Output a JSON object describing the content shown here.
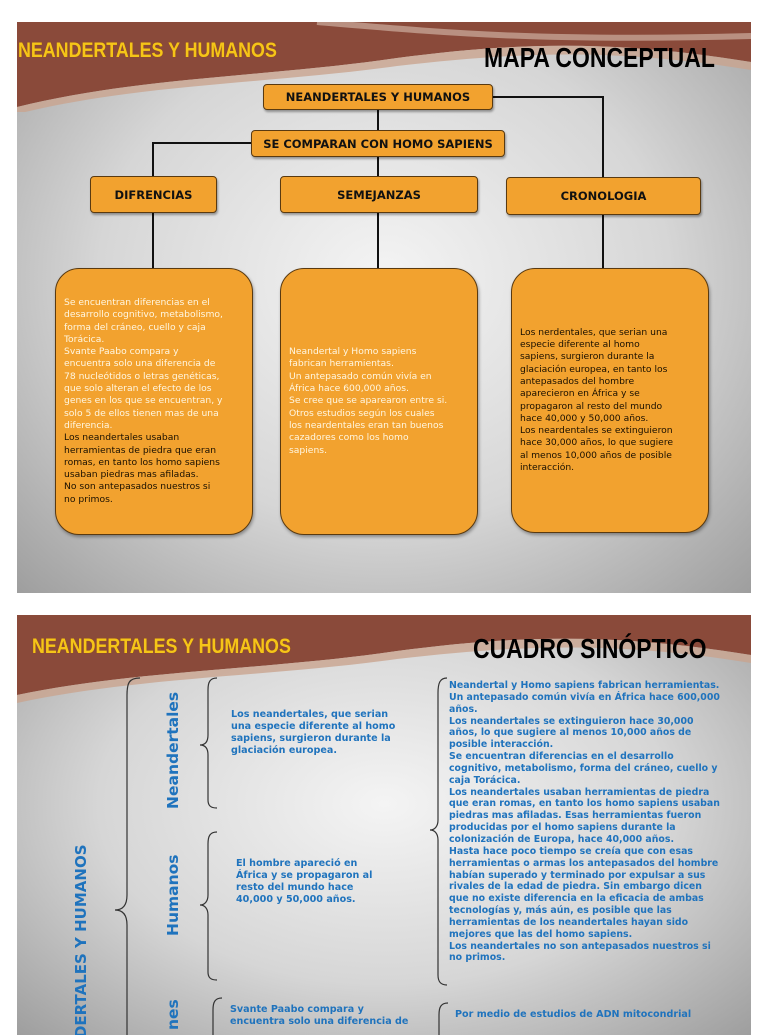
{
  "slide1": {
    "title_left": "NEANDERTALES Y HUMANOS",
    "title_right": "MAPA CONCEPTUAL",
    "root_node": "NEANDERTALES Y HUMANOS",
    "compare_node": "SE COMPARAN CON HOMO SAPIENS",
    "branches": [
      "DIFRENCIAS",
      "SEMEJANZAS",
      "CRONOLOGIA"
    ],
    "diferencias_white": "Se encuentran diferencias en el\ndesarrollo cognitivo, metabolismo,\nforma del cráneo, cuello y caja\nTorácica.\nSvante Paabo compara y\nencuentra solo una diferencia de\n78 nucleótidos o letras genéticas,\nque solo alteran el efecto de los\ngenes en los que se encuentran, y\nsolo 5 de ellos tienen mas de una\ndiferencia.",
    "diferencias_dark": "Los neandertales usaban\nherramientas de piedra que eran\nromas, en tanto los homo sapiens\nusaban piedras mas afiladas.\nNo son antepasados nuestros si\nno primos.",
    "semejanzas": "Neandertal y Homo sapiens\nfabrican herramientas.\nUn antepasado común vivía en\nÁfrica hace 600,000 años.\nSe cree que se aparearon entre si.\nOtros estudios según los cuales\nlos neardentales eran tan buenos\ncazadores como los homo\nsapiens.",
    "cronologia": "Los nerdentales, que serian una\nespecie diferente al homo\nsapiens, surgieron durante la\nglaciación europea, en tanto los\nantepasados del hombre\naparecieron en África y se\npropagaron al resto del mundo\nhace 40,000 y 50,000 años.\nLos neardentales se extinguieron\nhace 30,000 años, lo que sugiere\nal menos 10,000 años de posible\ninteracción."
  },
  "slide2": {
    "title_left": "NEANDERTALES Y HUMANOS",
    "title_right": "CUADRO SINÓPTICO",
    "main_label": "NEANDERTALES Y HUMANOS",
    "label_neandertales": "Neandertales",
    "label_humanos": "Humanos",
    "label_third_partial": "nes",
    "text_neandertales": "Los neandertales, que serian\nuna especie diferente al homo\nsapiens, surgieron durante la\nglaciación europea.",
    "text_humanos": "El hombre apareció en\nÁfrica y se propagaron al\nresto del mundo hace\n40,000 y 50,000 años.",
    "text_third": "Svante Paabo compara y\nencuentra solo una diferencia de",
    "text_right": "Neandertal y Homo sapiens fabrican herramientas.\nUn antepasado común vivía en África hace 600,000\naños.\nLos neandertales se extinguieron hace 30,000\naños, lo que sugiere al menos 10,000 años de\nposible interacción.\nSe encuentran diferencias en el desarrollo\ncognitivo, metabolismo, forma del cráneo, cuello y\ncaja Torácica.\nLos neandertales usaban herramientas de piedra\nque eran romas, en tanto los homo sapiens usaban\npiedras mas afiladas. Esas herramientas fueron\nproducidas por el homo sapiens  durante la\ncolonización de Europa, hace 40,000 años.\nHasta hace poco tiempo se creía que con esas\nherramientas o armas los antepasados del hombre\nhabían superado y terminado por expulsar a sus\nrivales de la edad de piedra. Sin embargo dicen\nque no existe diferencia en la eficacia de ambas\ntecnologías  y, más aún, es posible que las\nherramientas de los neandertales hayan sido\nmejores que las del homo sapiens.\nLos neandertales no son antepasados nuestros si\nno primos.",
    "text_bottom_right": "Por medio de estudios de ADN mitocondrial"
  },
  "colors": {
    "node": "#f2a22f",
    "title_yellow": "#f5c518",
    "blue_text": "#1f73bd",
    "header": "#8a4a3a"
  }
}
